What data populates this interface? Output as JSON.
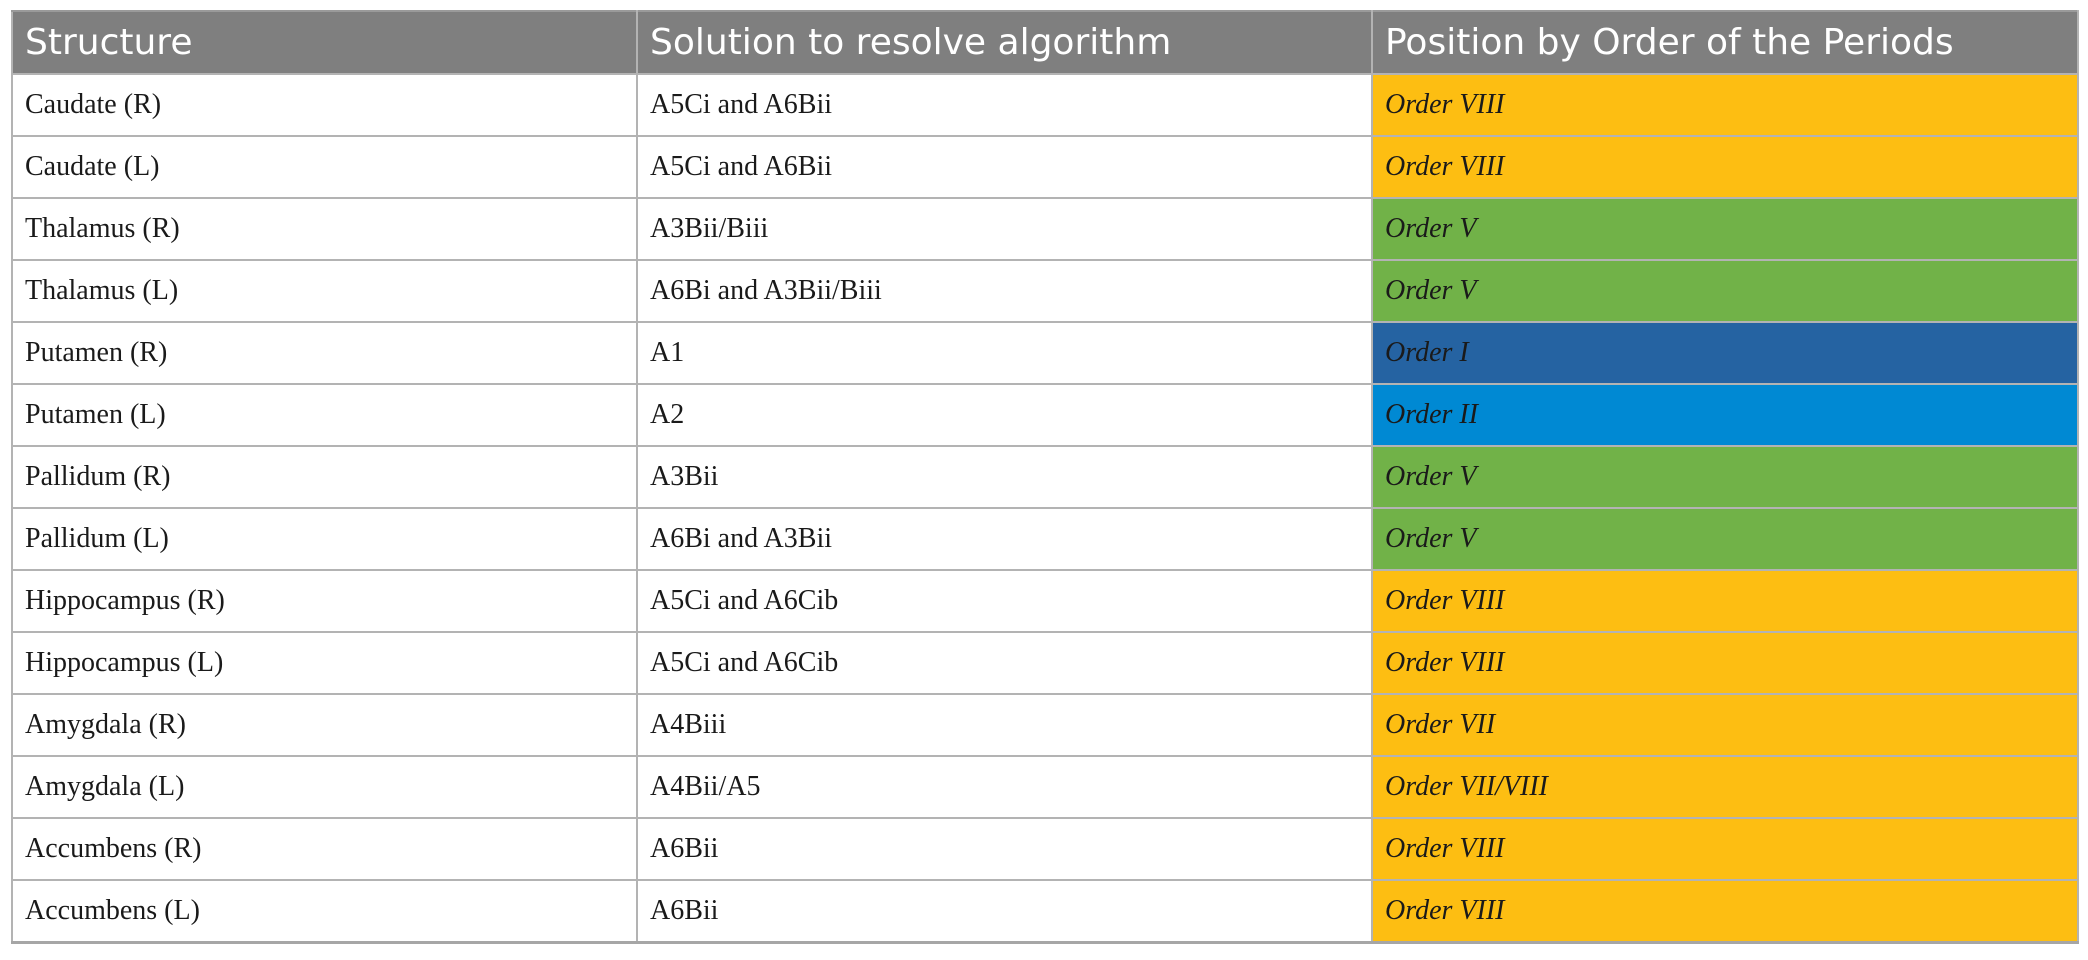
{
  "header": {
    "structure": "Structure",
    "solution": "Solution to resolve algorithm",
    "position": "Position by Order of the Periods"
  },
  "colors": {
    "order_viii": "#fdbe12",
    "order_vii": "#fdbe12",
    "order_v": "#71b248",
    "order_i": "#2563a2",
    "order_ii": "#0089d3"
  },
  "rows": [
    {
      "structure": "Caudate (R)",
      "solution": "A5Ci and A6Bii",
      "order": "Order VIII",
      "color": "#fdbe12"
    },
    {
      "structure": "Caudate (L)",
      "solution": "A5Ci and A6Bii",
      "order": "Order VIII",
      "color": "#fdbe12"
    },
    {
      "structure": "Thalamus (R)",
      "solution": "A3Bii/Biii",
      "order": "Order V",
      "color": "#71b248"
    },
    {
      "structure": "Thalamus (L)",
      "solution": "A6Bi and A3Bii/Biii",
      "order": "Order V",
      "color": "#71b248"
    },
    {
      "structure": "Putamen (R)",
      "solution": "A1",
      "order": "Order I",
      "color": "#2563a2"
    },
    {
      "structure": "Putamen (L)",
      "solution": "A2",
      "order": "Order II",
      "color": "#0089d3"
    },
    {
      "structure": "Pallidum (R)",
      "solution": "A3Bii",
      "order": "Order V",
      "color": "#71b248"
    },
    {
      "structure": "Pallidum (L)",
      "solution": "A6Bi and A3Bii",
      "order": "Order V",
      "color": "#71b248"
    },
    {
      "structure": "Hippocampus (R)",
      "solution": "A5Ci and A6Cib",
      "order": "Order VIII",
      "color": "#fdbe12"
    },
    {
      "structure": "Hippocampus (L)",
      "solution": "A5Ci and A6Cib",
      "order": "Order VIII",
      "color": "#fdbe12"
    },
    {
      "structure": "Amygdala (R)",
      "solution": "A4Biii",
      "order": "Order VII",
      "color": "#fdbe12"
    },
    {
      "structure": "Amygdala (L)",
      "solution": "A4Bii/A5",
      "order": "Order VII/VIII",
      "color": "#fdbe12"
    },
    {
      "structure": "Accumbens (R)",
      "solution": "A6Bii",
      "order": "Order VIII",
      "color": "#fdbe12"
    },
    {
      "structure": "Accumbens (L)",
      "solution": "A6Bii",
      "order": "Order VIII",
      "color": "#fdbe12"
    }
  ]
}
